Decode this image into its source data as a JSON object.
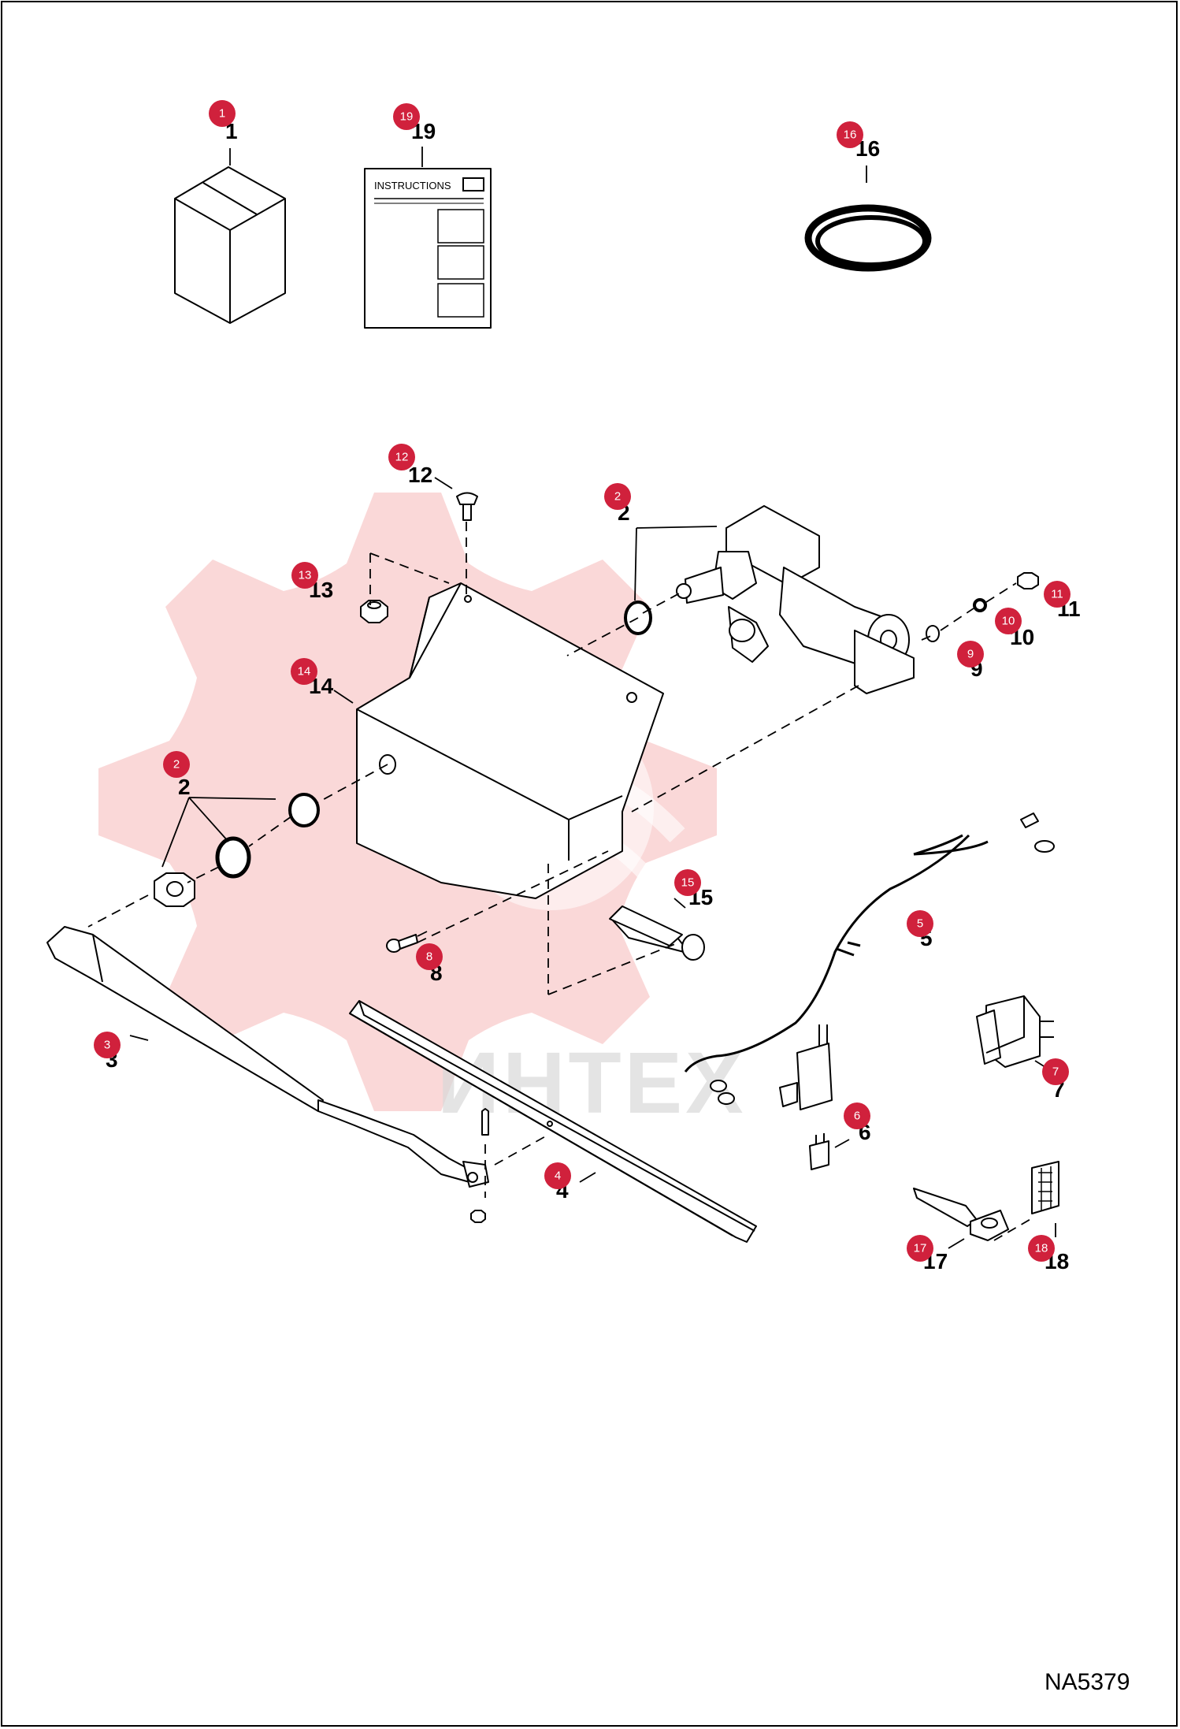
{
  "diagram": {
    "code": "NA5379",
    "instructions_label": "INSTRUCTIONS",
    "watermark_text": "ИНТЕХ",
    "badge_color": "#d0213c",
    "parts": [
      {
        "id": "1",
        "label": "1"
      },
      {
        "id": "2",
        "label": "2"
      },
      {
        "id": "3",
        "label": "3"
      },
      {
        "id": "4",
        "label": "4"
      },
      {
        "id": "5",
        "label": "5"
      },
      {
        "id": "6",
        "label": "6"
      },
      {
        "id": "7",
        "label": "7"
      },
      {
        "id": "8",
        "label": "8"
      },
      {
        "id": "9",
        "label": "9"
      },
      {
        "id": "10",
        "label": "10"
      },
      {
        "id": "11",
        "label": "11"
      },
      {
        "id": "12",
        "label": "12"
      },
      {
        "id": "13",
        "label": "13"
      },
      {
        "id": "14",
        "label": "14"
      },
      {
        "id": "15",
        "label": "15"
      },
      {
        "id": "16",
        "label": "16"
      },
      {
        "id": "17",
        "label": "17"
      },
      {
        "id": "18",
        "label": "18"
      },
      {
        "id": "19",
        "label": "19"
      }
    ]
  }
}
